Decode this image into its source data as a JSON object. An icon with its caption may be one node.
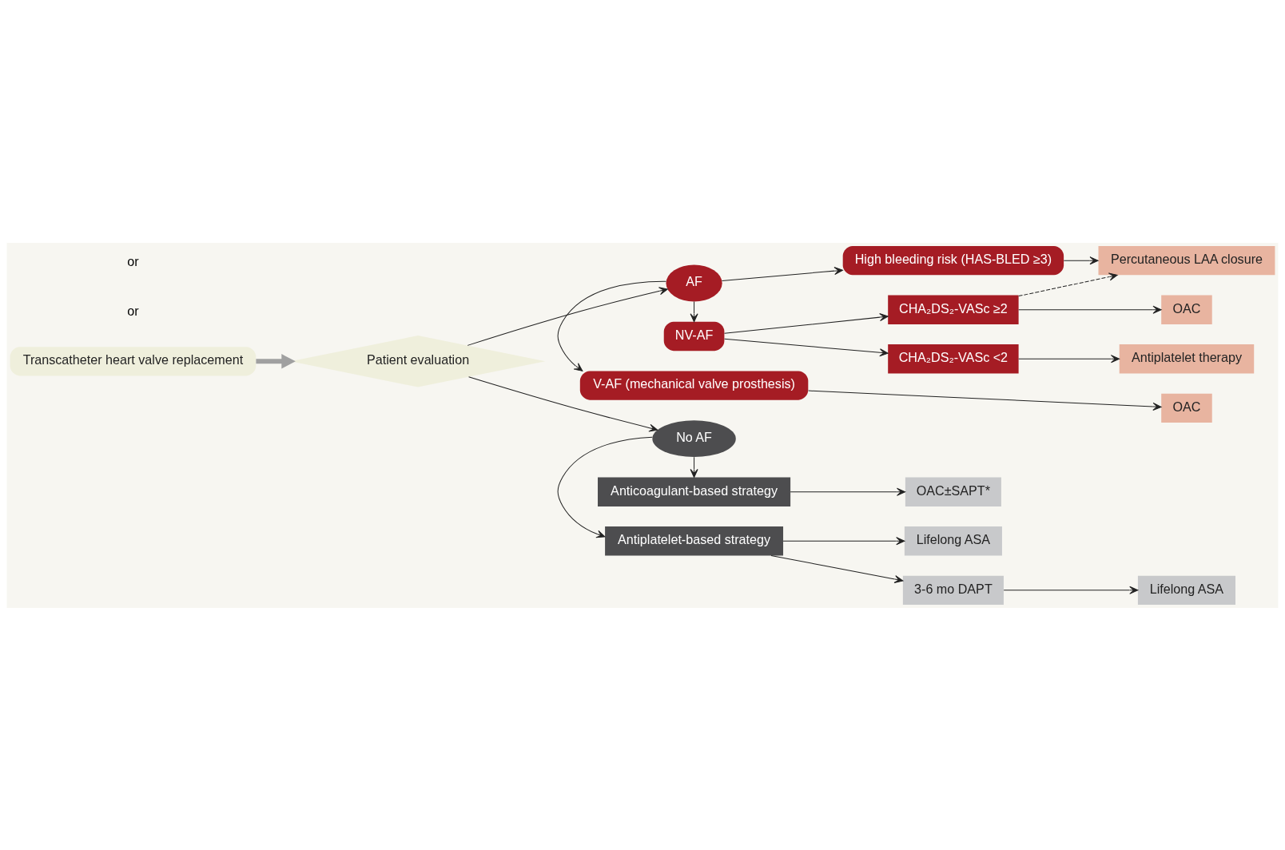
{
  "diagram": {
    "nodes": [
      {
        "text": [
          "Transcatheter heart valve replacement"
        ]
      },
      {
        "text": [
          "Patient evaluation"
        ]
      },
      {
        "text": [
          "V-AF (mechanical valve prosthesis)"
        ]
      },
      {
        "text": [
          "OAC"
        ]
      },
      {
        "text": [
          "AF"
        ]
      },
      {
        "text": [
          "High bleeding risk (HAS-BLED ≥3)"
        ]
      },
      {
        "text": [
          "Percutaneous LAA closure"
        ]
      },
      {
        "text": [
          "NV-AF"
        ]
      },
      {
        "text": [
          "CHA₂DS₂-VASc ≥2"
        ]
      },
      {
        "text": [
          "OAC"
        ]
      },
      {
        "text": [
          "CHA₂DS₂-VASc <2"
        ]
      },
      {
        "text": [
          "Antiplatelet therapy"
        ]
      },
      {
        "text": [
          "Antiplatelet-based strategy"
        ]
      },
      {
        "text": [
          "3-6 mo DAPT"
        ]
      },
      {
        "text": [
          "Lifelong ASA"
        ]
      },
      {
        "text": [
          "Lifelong ASA"
        ]
      },
      {
        "text": [
          "No AF"
        ]
      },
      {
        "text": [
          "Anticoagulant-based strategy"
        ]
      },
      {
        "text": [
          "OAC±SAPT*"
        ]
      }
    ],
    "edges": [
      {
        "from": 0,
        "to": 1,
        "arrow": "to",
        "style": "thick",
        "color": "#a0a0a0"
      },
      {
        "from": 1,
        "to": 4,
        "arrow": "to"
      },
      {
        "from": 1,
        "to": 16,
        "arrow": "to"
      },
      {
        "from": 4,
        "to": 2,
        "arrow": "to"
      },
      {
        "from": 2,
        "to": 3,
        "arrow": "to"
      },
      {
        "from": 4,
        "to": 5,
        "arrow": "to"
      },
      {
        "from": 5,
        "to": 6,
        "arrow": "to"
      },
      {
        "from": 4,
        "to": 7,
        "arrow": "to"
      },
      {
        "from": 7,
        "to": 8,
        "arrow": "to"
      },
      {
        "from": 7,
        "to": 10,
        "arrow": "to"
      },
      {
        "from": 8,
        "to": 9,
        "arrow": "to"
      },
      {
        "from": 8,
        "to": 6,
        "arrow": "to",
        "style": "dashed"
      },
      {
        "from": 10,
        "to": 11,
        "arrow": "to"
      },
      {
        "from": 16,
        "to": 12,
        "arrow": "to"
      },
      {
        "from": 16,
        "to": 17,
        "arrow": "to"
      },
      {
        "from": 12,
        "to": 13,
        "arrow": "to"
      },
      {
        "from": 12,
        "to": 14,
        "arrow": "to"
      },
      {
        "from": 13,
        "to": 15,
        "arrow": "to"
      },
      {
        "from": 17,
        "to": 18,
        "arrow": "to"
      }
    ],
    "labels": [
      "or",
      "or"
    ]
  }
}
